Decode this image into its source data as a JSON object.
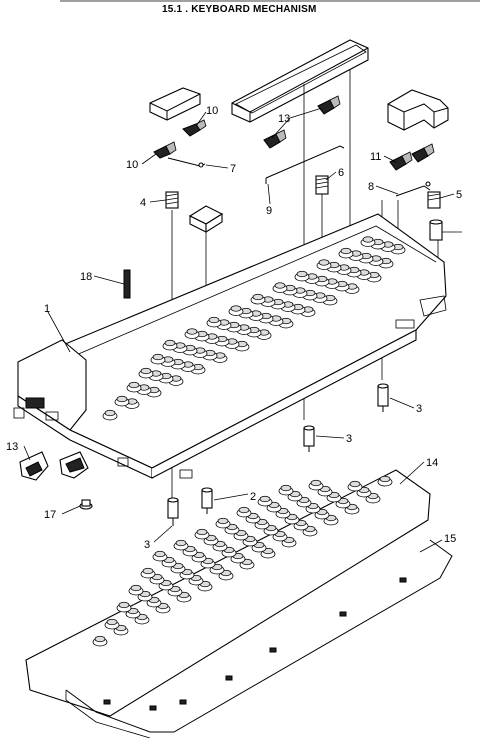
{
  "header": {
    "title": "15.1 . KEYBOARD MECHANISM"
  },
  "labels": {
    "l1": "1",
    "l2": "2",
    "l3a": "3",
    "l3b": "3",
    "l3c": "3",
    "l4": "4",
    "l6": "6",
    "l7": "7",
    "l8": "8",
    "l9": "9",
    "l10a": "10",
    "l10b": "10",
    "l11": "11",
    "l13a": "13",
    "l13b": "13",
    "l14": "14",
    "l15": "15",
    "l17": "17",
    "l18": "18",
    "l5": "5"
  }
}
